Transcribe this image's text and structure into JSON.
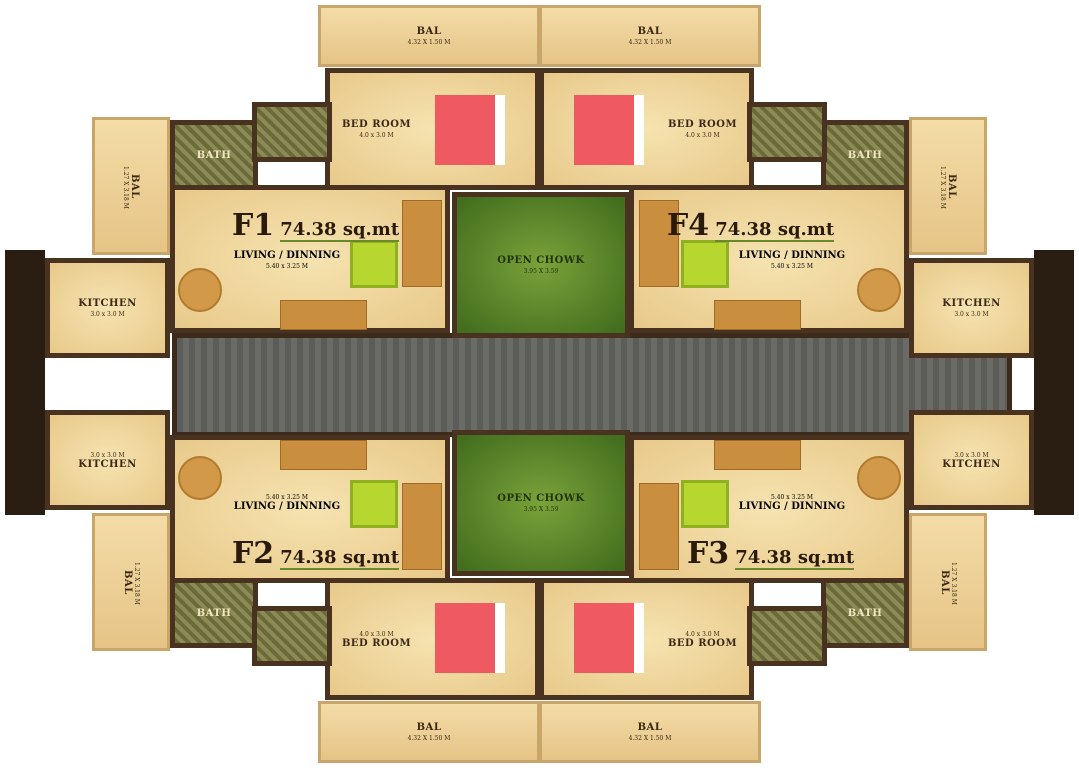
{
  "units": [
    {
      "id": "F1",
      "area": "74.38 sq.mt"
    },
    {
      "id": "F2",
      "area": "74.38 sq.mt"
    },
    {
      "id": "F3",
      "area": "74.38 sq.mt"
    },
    {
      "id": "F4",
      "area": "74.38 sq.mt"
    }
  ],
  "rooms": {
    "balcony": {
      "name": "BAL",
      "dim": "4.32 X 1.50 M"
    },
    "side_balcony": {
      "name": "BAL",
      "dim": "1.27 X 3.18 M"
    },
    "bedroom": {
      "name": "BED ROOM",
      "dim": "4.0 x 3.0 M"
    },
    "bath": {
      "name": "BATH"
    },
    "kitchen": {
      "name": "KITCHEN",
      "dim": "3.0 x 3.0 M"
    },
    "living": {
      "name": "LIVING / DINNING",
      "dim": "5.40 x 3.25 M"
    },
    "chowk": {
      "name": "OPEN CHOWK",
      "dim": "3.95 X 3.59"
    }
  },
  "colors": {
    "wall": "#4a3220",
    "floor": "#f0d9a0",
    "chowk": "#5a8a2a",
    "bed": "#ef5a62",
    "stair": "#606060"
  }
}
